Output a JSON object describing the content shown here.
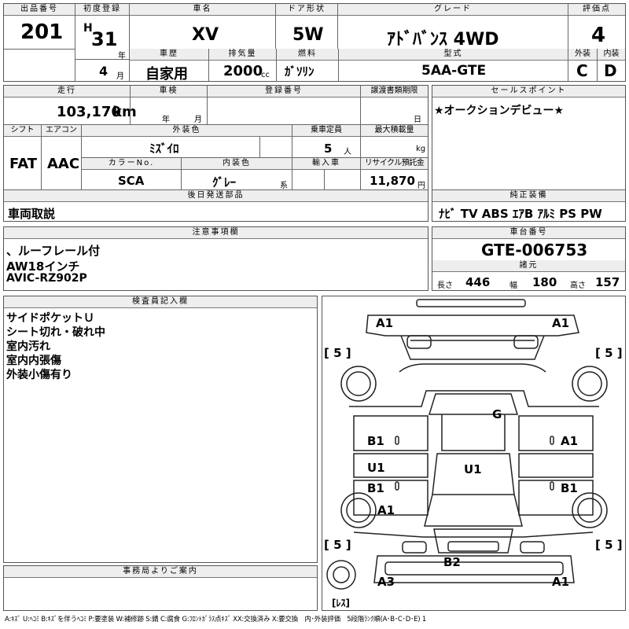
{
  "header": {
    "lot_label": "出品番号",
    "lot": "201",
    "first_reg_label": "初度登録",
    "era": "H",
    "year": "31",
    "year_unit": "年",
    "month": "4",
    "month_unit": "月",
    "car_name_label": "車名",
    "car_name": "XV",
    "door_label": "ドア形状",
    "door": "5W",
    "grade_label": "グレード",
    "grade": "ｱﾄﾞﾊﾞﾝｽ 4WD",
    "score_label": "評価点",
    "score": "4",
    "history_label": "車歴",
    "history": "自家用",
    "displacement_label": "排気量",
    "displacement": "2000",
    "displacement_unit": "cc",
    "fuel_label": "燃料",
    "fuel": "ｶﾞｿﾘﾝ",
    "model_label": "型式",
    "model": "5AA-GTE",
    "exterior_label": "外装",
    "exterior": "C",
    "interior_label": "内装",
    "interior": "D"
  },
  "row2": {
    "mileage_label": "走行",
    "mileage": "103,170",
    "mileage_unit": "km",
    "inspection_label": "車検",
    "insp_year_unit": "年",
    "insp_month_unit": "月",
    "reg_label": "登録番号",
    "deadline_label": "譲渡書類期限",
    "deadline_day_unit": "日",
    "sales_label": "セールスポイント",
    "sales_text": "★オークションデビュー★"
  },
  "row3": {
    "shift_label": "シフト",
    "shift": "FAT",
    "ac_label": "エアコン",
    "ac": "AAC",
    "color_label": "外装色",
    "color": "ﾐｽﾞｲﾛ",
    "capacity_label": "乗車定員",
    "capacity": "5",
    "capacity_unit": "人",
    "maxload_label": "最大積載量",
    "maxload_unit": "kg",
    "color_no_label": "カラーNo.",
    "color_no": "SCA",
    "int_color_label": "内装色",
    "int_color": "ｸﾞﾚｰ",
    "int_color_unit": "系",
    "import_label": "輸入車",
    "recycle_label": "リサイクル預託金",
    "recycle": "11,870",
    "recycle_unit": "円"
  },
  "parts": {
    "label": "後日発送部品",
    "text": "車両取説"
  },
  "equipment": {
    "label": "純正装備",
    "text": "ﾅﾋﾞ  TV  ABS  ｴｱB  ｱﾙﾐ  PS  PW"
  },
  "notes": {
    "label": "注意事項欄",
    "lines": [
      "、ルーフレール付",
      "AW18インチ",
      "AVIC-RZ902P"
    ]
  },
  "chassis": {
    "label": "車台番号",
    "number": "GTE-006753",
    "spec_label": "諸元",
    "length_label": "長さ",
    "length": "446",
    "width_label": "幅",
    "width": "180",
    "height_label": "高さ",
    "height": "157"
  },
  "inspector": {
    "label": "検査員記入欄",
    "lines": [
      "サイドポケットＵ",
      "シート切れ・破れ中",
      "室内汚れ",
      "室内内張傷",
      "外装小傷有り"
    ]
  },
  "office": {
    "label": "事務局よりご案内"
  },
  "diagram": {
    "marks": {
      "front_left": "A1",
      "front_right": "A1",
      "tire_fl": "[ 5 ]",
      "tire_fr": "[ 5 ]",
      "roof": "G",
      "left_front_door": "B1",
      "right_front_door": "A1",
      "left_mid": "U1",
      "center": "U1",
      "left_rear_door": "B1",
      "right_rear_door": "B1",
      "left_rear_fender": "A1",
      "tire_rl": "[ 5 ]",
      "tire_rr": "[ 5 ]",
      "rear": "B2",
      "rear_left": "A3",
      "rear_right": "A1",
      "spare": "[ﾚｽ]"
    }
  },
  "legend": "A:ｷｽﾞ U:ﾍｺﾐ B:ｷｽﾞを伴うﾍｺﾐ P:要塗装 W:補修跡 S:錆 C:腐食 G:ﾌﾛﾝﾄｶﾞﾗｽ点ｷｽﾞ XX:交換済み X:要交換　内･外装評価　5段階ﾗﾝｸ順(A･B･C･D･E) 1"
}
